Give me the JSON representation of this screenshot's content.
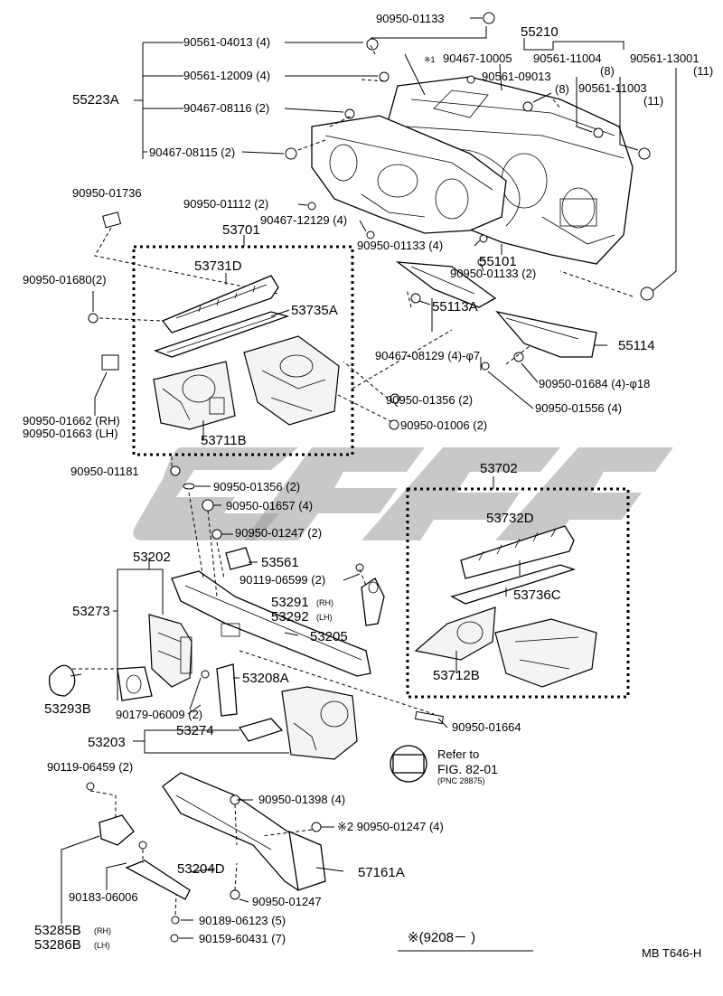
{
  "labels": {
    "l1": "90950-01133",
    "l2": "55210",
    "l3": "90561-04013 (4)",
    "l4": "90467-10005",
    "l5": "90561-11004",
    "l6": "(8)",
    "l7": "90561-13001",
    "l8": "(11)",
    "l9": "90561-12009 (4)",
    "l10": "90561-09013",
    "l11": "(8)",
    "l12": "90561-11003",
    "l13": "(11)",
    "l14": "55223A",
    "l15": "90467-08116 (2)",
    "l16": "90467-08115 (2)",
    "l17": "90950-01736",
    "l18": "90950-01112 (2)",
    "l19": "90467-12129 (4)",
    "l20": "53701",
    "l21": "90950-01133 (4)",
    "l22": "55101",
    "l23": "90950-01133 (2)",
    "l24": "90950-01680(2)",
    "l25": "53731D",
    "l26": "53735A",
    "l27": "55113A",
    "l28": "55114",
    "l29": "90467-08129 (4)-φ7",
    "l30": "90950-01684 (4)-φ18",
    "l31": "90950-01356 (2)",
    "l32": "90950-01556 (4)",
    "l33": "90950-01662 (RH)",
    "l34": "90950-01663 (LH)",
    "l35": "53711B",
    "l36": "90950-01006 (2)",
    "l37": "90950-01181",
    "l38": "90950-01356 (2)",
    "l39": "53702",
    "l40": "90950-01657 (4)",
    "l41": "53732D",
    "l42": "90950-01247 (2)",
    "l43": "53202",
    "l44": "53561",
    "l45": "90119-06599 (2)",
    "l46": "53273",
    "l47": "53291",
    "l48": "(RH)",
    "l49": "53292",
    "l50": "(LH)",
    "l51": "53736C",
    "l52": "53205",
    "l53": "53712B",
    "l54": "53208A",
    "l55": "53293B",
    "l56": "90179-06009 (2)",
    "l57": "90950-01664",
    "l58": "53274",
    "l59": "53203",
    "l60": "Refer to",
    "l61": "FIG. 82-01",
    "l62": "(PNC 28875)",
    "l63": "90119-06459 (2)",
    "l64": "90950-01398 (4)",
    "l65": "※2 90950-01247 (4)",
    "l66": "53204D",
    "l67": "57161A",
    "l68": "90183-06006",
    "l69": "90950-01247",
    "l70": "90189-06123 (5)",
    "l71": "53285B",
    "l72": "(RH)",
    "l73": "90159-60431 (7)",
    "l74": "53286B",
    "l75": "(LH)",
    "l76": "※(9208－    )",
    "l77": "MB T646-H",
    "l78": "※1"
  }
}
